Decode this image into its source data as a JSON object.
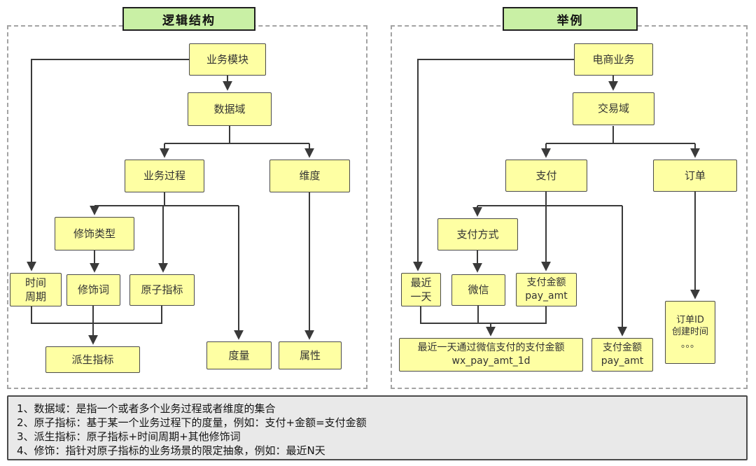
{
  "panels": {
    "left": {
      "title": "逻辑结构",
      "nodes": {
        "business_module": "业务模块",
        "data_domain": "数据域",
        "business_process": "业务过程",
        "dimension": "维度",
        "modifier_type": "修饰类型",
        "time_period": "时间\n周期",
        "modifier_word": "修饰词",
        "atomic_metric": "原子指标",
        "derived_metric": "派生指标",
        "measure": "度量",
        "attribute": "属性"
      }
    },
    "right": {
      "title": "举例",
      "nodes": {
        "ecommerce_business": "电商业务",
        "transaction_domain": "交易域",
        "payment": "支付",
        "order": "订单",
        "payment_method": "支付方式",
        "last_one_day": "最近\n一天",
        "wechat": "微信",
        "payment_amount": "支付金额\npay_amt",
        "derived_example": "最近一天通过微信支付的支付金额\nwx_pay_amt_1d",
        "payment_amount_2": "支付金额\npay_amt",
        "order_attrs": "订单ID\n创建时间\n。。。"
      }
    }
  },
  "notes": {
    "line1": "1、数据域：是指一个或者多个业务过程或者维度的集合",
    "line2": "2、原子指标：基于某一个业务过程下的度量，例如：支付+金额=支付金额",
    "line3": "3、派生指标：原子指标+时间周期+其他修饰词",
    "line4": "4、修饰：指针对原子指标的业务场景的限定抽象，例如：最近N天"
  },
  "colors": {
    "node_fill": "#feffa3",
    "title_fill": "#c9f0a5",
    "notes_fill": "#e9e9e9",
    "line": "#3a3a3a"
  }
}
